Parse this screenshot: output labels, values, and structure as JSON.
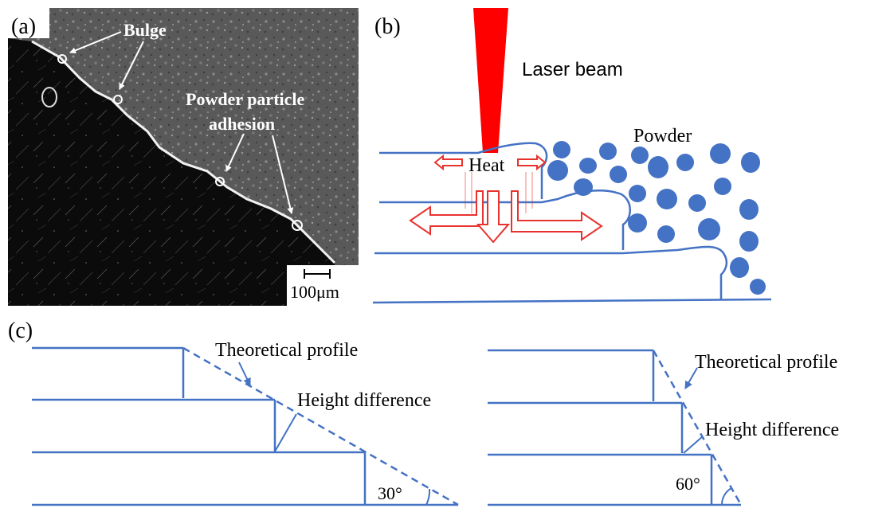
{
  "panels": {
    "a": {
      "label": "(a)",
      "annotations": {
        "bulge": "Bulge",
        "adhesion_line1": "Powder particle",
        "adhesion_line2": "adhesion"
      },
      "scale_bar": "100μm"
    },
    "b": {
      "label": "(b)",
      "laser_label": "Laser beam",
      "powder_label": "Powder",
      "heat_label": "Heat",
      "colors": {
        "laser": "#ff0000",
        "heat_arrows": "#e8322e",
        "lines": "#4472c4",
        "powder": "#4472c4"
      }
    },
    "c": {
      "label": "(c)",
      "left": {
        "profile_label": "Theoretical profile",
        "height_label": "Height difference",
        "angle_label": "30°"
      },
      "right": {
        "profile_label": "Theoretical profile",
        "height_label": "Height difference",
        "angle_label": "60°"
      }
    }
  }
}
